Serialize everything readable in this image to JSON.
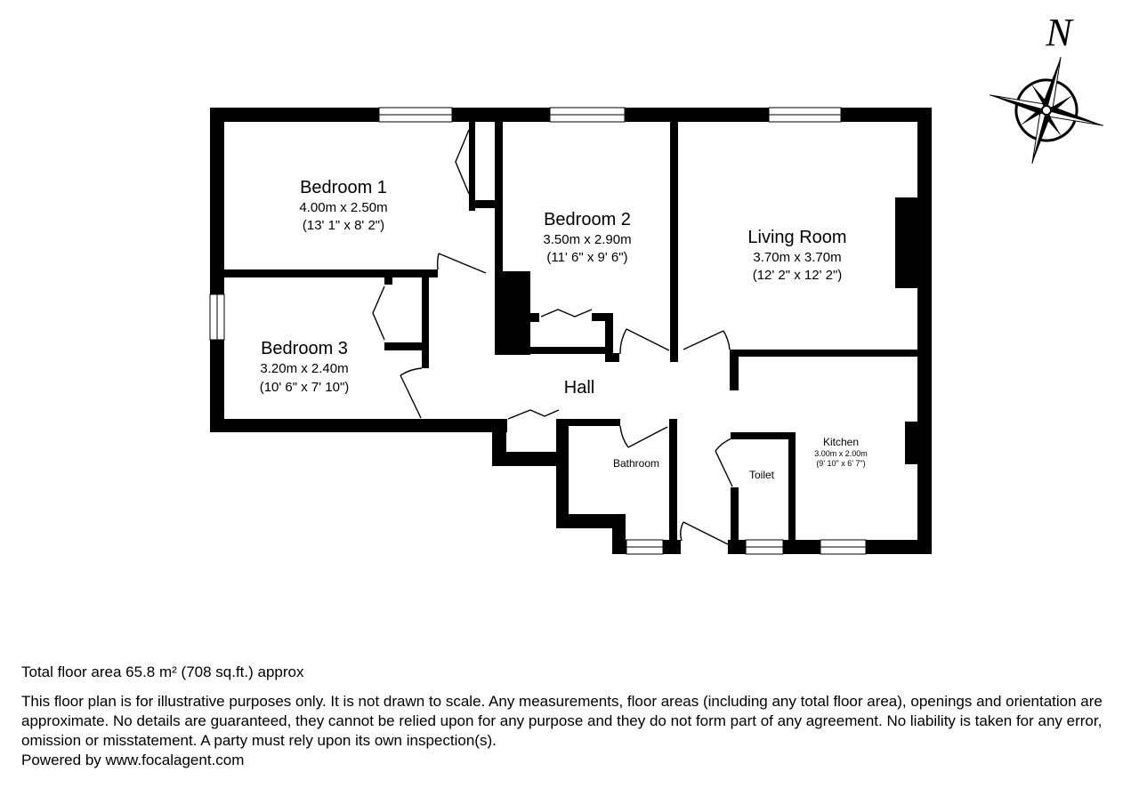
{
  "compass": {
    "north_label": "N",
    "icon": "compass-rose-icon"
  },
  "rooms": {
    "bedroom1": {
      "name": "Bedroom 1",
      "metric": "4.00m x 2.50m",
      "imperial": "(13' 1\" x 8' 2\")"
    },
    "bedroom2": {
      "name": "Bedroom 2",
      "metric": "3.50m x 2.90m",
      "imperial": "(11' 6\" x 9' 6\")"
    },
    "living": {
      "name": "Living Room",
      "metric": "3.70m x 3.70m",
      "imperial": "(12' 2\" x 12' 2\")"
    },
    "bedroom3": {
      "name": "Bedroom 3",
      "metric": "3.20m x 2.40m",
      "imperial": "(10' 6\" x 7' 10\")"
    },
    "hall": {
      "name": "Hall"
    },
    "bathroom": {
      "name": "Bathroom"
    },
    "toilet": {
      "name": "Toilet"
    },
    "kitchen": {
      "name": "Kitchen",
      "metric": "3.00m x 2.00m",
      "imperial": "(9' 10\" x 6' 7\")"
    }
  },
  "footer": {
    "total_area": "Total floor area 65.8 m² (708 sq.ft.) approx",
    "disclaimer": "This floor plan is for illustrative purposes only. It is not drawn to scale. Any measurements, floor areas (including any total floor area), openings and orientation are approximate. No details are guaranteed, they cannot be relied upon for any purpose and they do not form part of any agreement. No liability is taken for any error, omission or misstatement. A party must rely upon its own inspection(s).",
    "powered_by": "Powered by www.focalagent.com"
  }
}
